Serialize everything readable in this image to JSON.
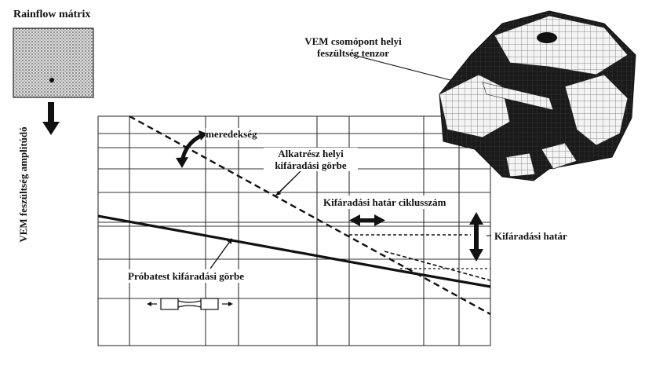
{
  "labels": {
    "rainflow_matrix": "Rainflow mátrix",
    "fem_node_tensor_line1": "VEM csomópont helyi",
    "fem_node_tensor_line2": "feszültség tenzor",
    "slope": "meredekség",
    "component_curve_line1": "Alkatrész helyi",
    "component_curve_line2": "kifáradási görbe",
    "fatigue_limit_cycles": "Kifáradási határ ciklusszám",
    "fatigue_limit": "Kifáradási határ",
    "specimen_curve": "Próbatest kifáradási görbe",
    "y_axis": "VEM feszültség amplitúdó"
  },
  "colors": {
    "ink": "#111111",
    "grid": "#333333",
    "matrix_fill": "#cfcfcf",
    "mesh_dark": "#1a1a1a",
    "mesh_light": "#f2f2f2"
  },
  "icons": [
    "down-arrow-icon",
    "curved-arrow-icon",
    "double-arrow-horizontal-icon",
    "double-arrow-vertical-icon",
    "specimen-icon",
    "fem-mesh-icon"
  ]
}
